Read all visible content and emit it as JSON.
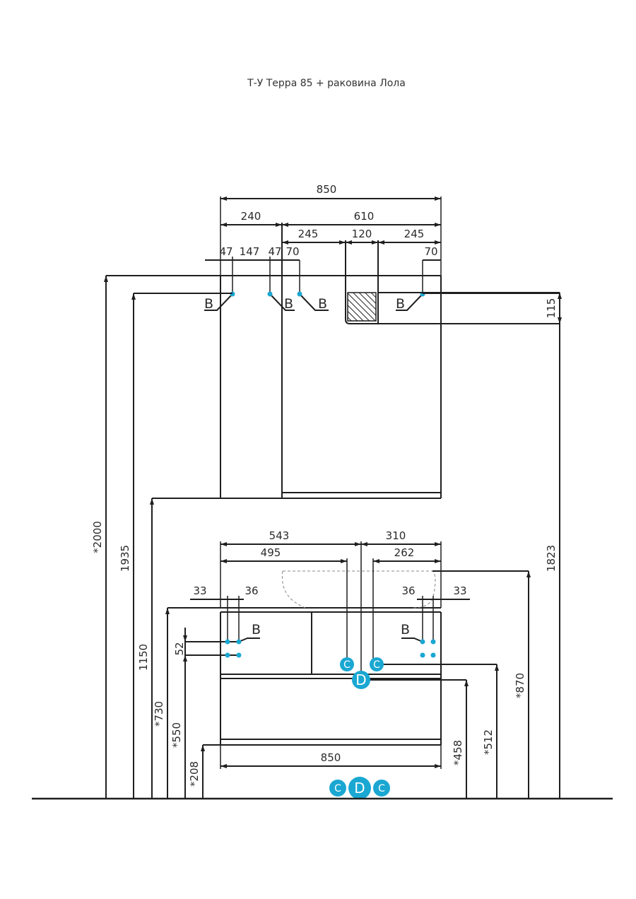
{
  "title": "Т-У Терра 85 + раковина Лола",
  "colors": {
    "line": "#1f1f1f",
    "marker": "#1aa7d2",
    "text": "#2a2a2a"
  },
  "dims": {
    "top_width": "850",
    "cab_left": "240",
    "cab_right": "610",
    "sec_a": "245",
    "sec_b": "120",
    "sec_c": "245",
    "h_47a": "47",
    "h_147": "147",
    "h_47b": "47",
    "h_70a": "70",
    "h_70b": "70",
    "shelf_h": "115",
    "h_2000": "*2000",
    "h_1935": "1935",
    "h_1150": "1150",
    "h_1823": "1823",
    "base_543": "543",
    "base_310": "310",
    "base_495": "495",
    "base_262": "262",
    "base_33a": "33",
    "base_36a": "36",
    "base_36b": "36",
    "base_33b": "33",
    "base_52": "52",
    "base_width": "850",
    "h_730": "*730",
    "h_550": "*550",
    "h_208": "*208",
    "h_458": "*458",
    "h_512": "*512",
    "h_870": "*870"
  },
  "labels": {
    "b": "B",
    "c": "C",
    "d": "D"
  }
}
